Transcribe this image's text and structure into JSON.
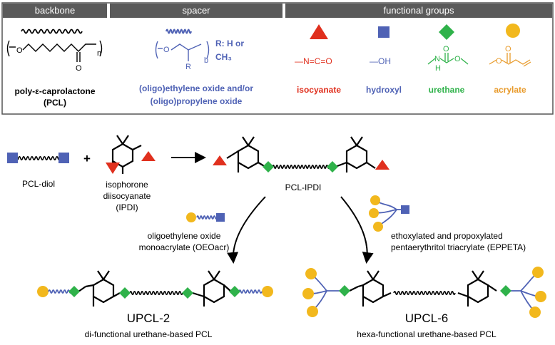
{
  "colors": {
    "header_bg": "#5a5a5a",
    "isocyanate": "#e0301e",
    "hydroxyl": "#4f62b5",
    "urethane": "#2fb24a",
    "acrylate": "#e89a2a",
    "spacer": "#4f62b5",
    "line": "#000000"
  },
  "legend": {
    "backbone": {
      "header": "backbone",
      "subscript": "n",
      "name": "poly-ε-caprolactone",
      "abbrev": "(PCL)"
    },
    "spacer": {
      "header": "spacer",
      "subscript": "b",
      "r_atom": "R",
      "r_def_line1": "R: H or",
      "r_def_line2": "CH₃",
      "name_line1": "(oligo)ethylene oxide and/or",
      "name_line2": "(oligo)propylene oxide"
    },
    "functional_groups": {
      "header": "functional groups",
      "items": [
        {
          "name": "isocyanate",
          "shape": "triangle",
          "formula": "—N=C=O"
        },
        {
          "name": "hydroxyl",
          "shape": "square",
          "formula": "—OH"
        },
        {
          "name": "urethane",
          "shape": "diamond",
          "formula_n": "N",
          "formula_h": "H",
          "formula_o": "O"
        },
        {
          "name": "acrylate",
          "shape": "circle",
          "formula_o": "O"
        }
      ]
    }
  },
  "scheme": {
    "plus": "+",
    "pcl_diol": "PCL-diol",
    "ipdi_line1": "isophorone",
    "ipdi_line2": "diisocyanate",
    "ipdi_line3": "(IPDI)",
    "pcl_ipdi": "PCL-IPDI",
    "oeoacr_line1": "oligoethylene oxide",
    "oeoacr_line2": "monoacrylate (OEOacr)",
    "eppeta_line1": "ethoxylated and propoxylated",
    "eppeta_line2": "pentaerythritol triacrylate (EPPETA)",
    "upcl2": "UPCL-2",
    "upcl2_desc": "di-functional urethane-based PCL",
    "upcl6": "UPCL-6",
    "upcl6_desc": "hexa-functional urethane-based PCL"
  }
}
